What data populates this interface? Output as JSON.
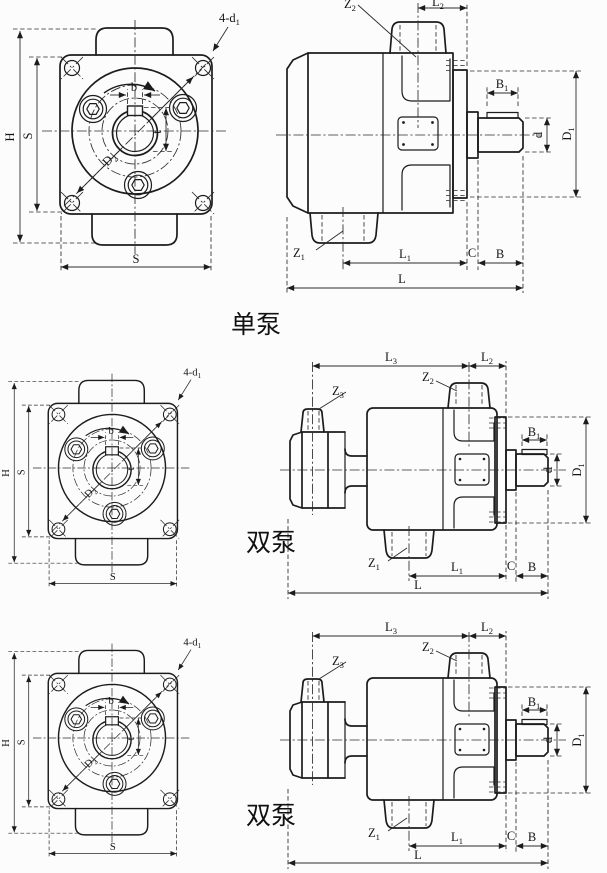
{
  "colors": {
    "background": "#fcfcfc",
    "line": "#1c1c1c"
  },
  "sections": [
    {
      "caption": "单泵"
    },
    {
      "caption": "双泵"
    },
    {
      "caption": "双泵"
    }
  ],
  "labels": {
    "H": "H",
    "S": "S",
    "b": "b",
    "t": "t",
    "d": "d",
    "C": "C",
    "B": "B",
    "L": "L",
    "d4": {
      "main": "4-d",
      "sub": "1"
    },
    "D2": {
      "main": "D",
      "sub": "2"
    },
    "D1": {
      "main": "D",
      "sub": "1"
    },
    "B1": {
      "main": "B",
      "sub": "1"
    },
    "Z1": {
      "main": "Z",
      "sub": "1"
    },
    "Z2": {
      "main": "Z",
      "sub": "2"
    },
    "Z3": {
      "main": "Z",
      "sub": "3"
    },
    "L1": {
      "main": "L",
      "sub": "1"
    },
    "L2": {
      "main": "L",
      "sub": "2"
    },
    "L3": {
      "main": "L",
      "sub": "3"
    }
  }
}
